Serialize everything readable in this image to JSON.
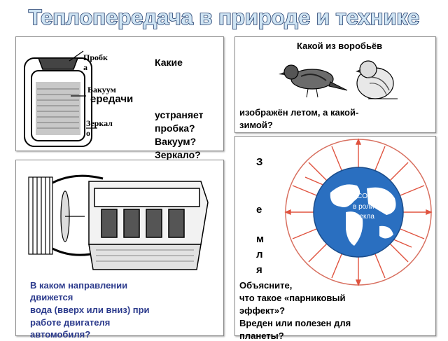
{
  "slide": {
    "title": "Теплопередача в природе и технике"
  },
  "thermos_panel": {
    "label_cork_1": "Пробк",
    "label_cork_2": "а",
    "label_vacuum": "Вакуум",
    "label_mirror_1": "Зеркал",
    "label_mirror_2": "о",
    "question_line_1": "Какие",
    "question_overlap": "ередачи",
    "question_line_2": "устраняет",
    "question_line_3": "пробка?",
    "question_line_4": "Вакуум?",
    "question_line_5": "Зеркало?"
  },
  "sparrows_panel": {
    "question_line_1": "Какой из воробьёв",
    "question_line_2": "изображён летом, а какой-",
    "question_line_3": "зимой?"
  },
  "earth_panel": {
    "vertical_letters": [
      "З",
      "е",
      "м",
      "л",
      "я"
    ],
    "co2_label_1": "CO",
    "co2_subscript": "2",
    "co2_label_2": "в роли",
    "co2_label_3": "стекла",
    "question_line_1": "Объясните,",
    "question_line_2": "что такое «парниковый",
    "question_line_3": "эффект»?",
    "question_line_4": "Вреден или полезен для",
    "question_line_5": "планеты?"
  },
  "engine_panel": {
    "question_line_1": "В каком направлении",
    "question_line_2": "движется",
    "question_line_3": "вода (вверх или вниз) при",
    "question_line_4": "работе двигателя",
    "question_line_5": "автомобиля?"
  },
  "colors": {
    "title_fill": "#cfe4f3",
    "title_stroke": "#1d3a6b",
    "question_blue": "#2b3a8c",
    "ocean": "#2a6fc0",
    "arrows": "#e0533f"
  }
}
